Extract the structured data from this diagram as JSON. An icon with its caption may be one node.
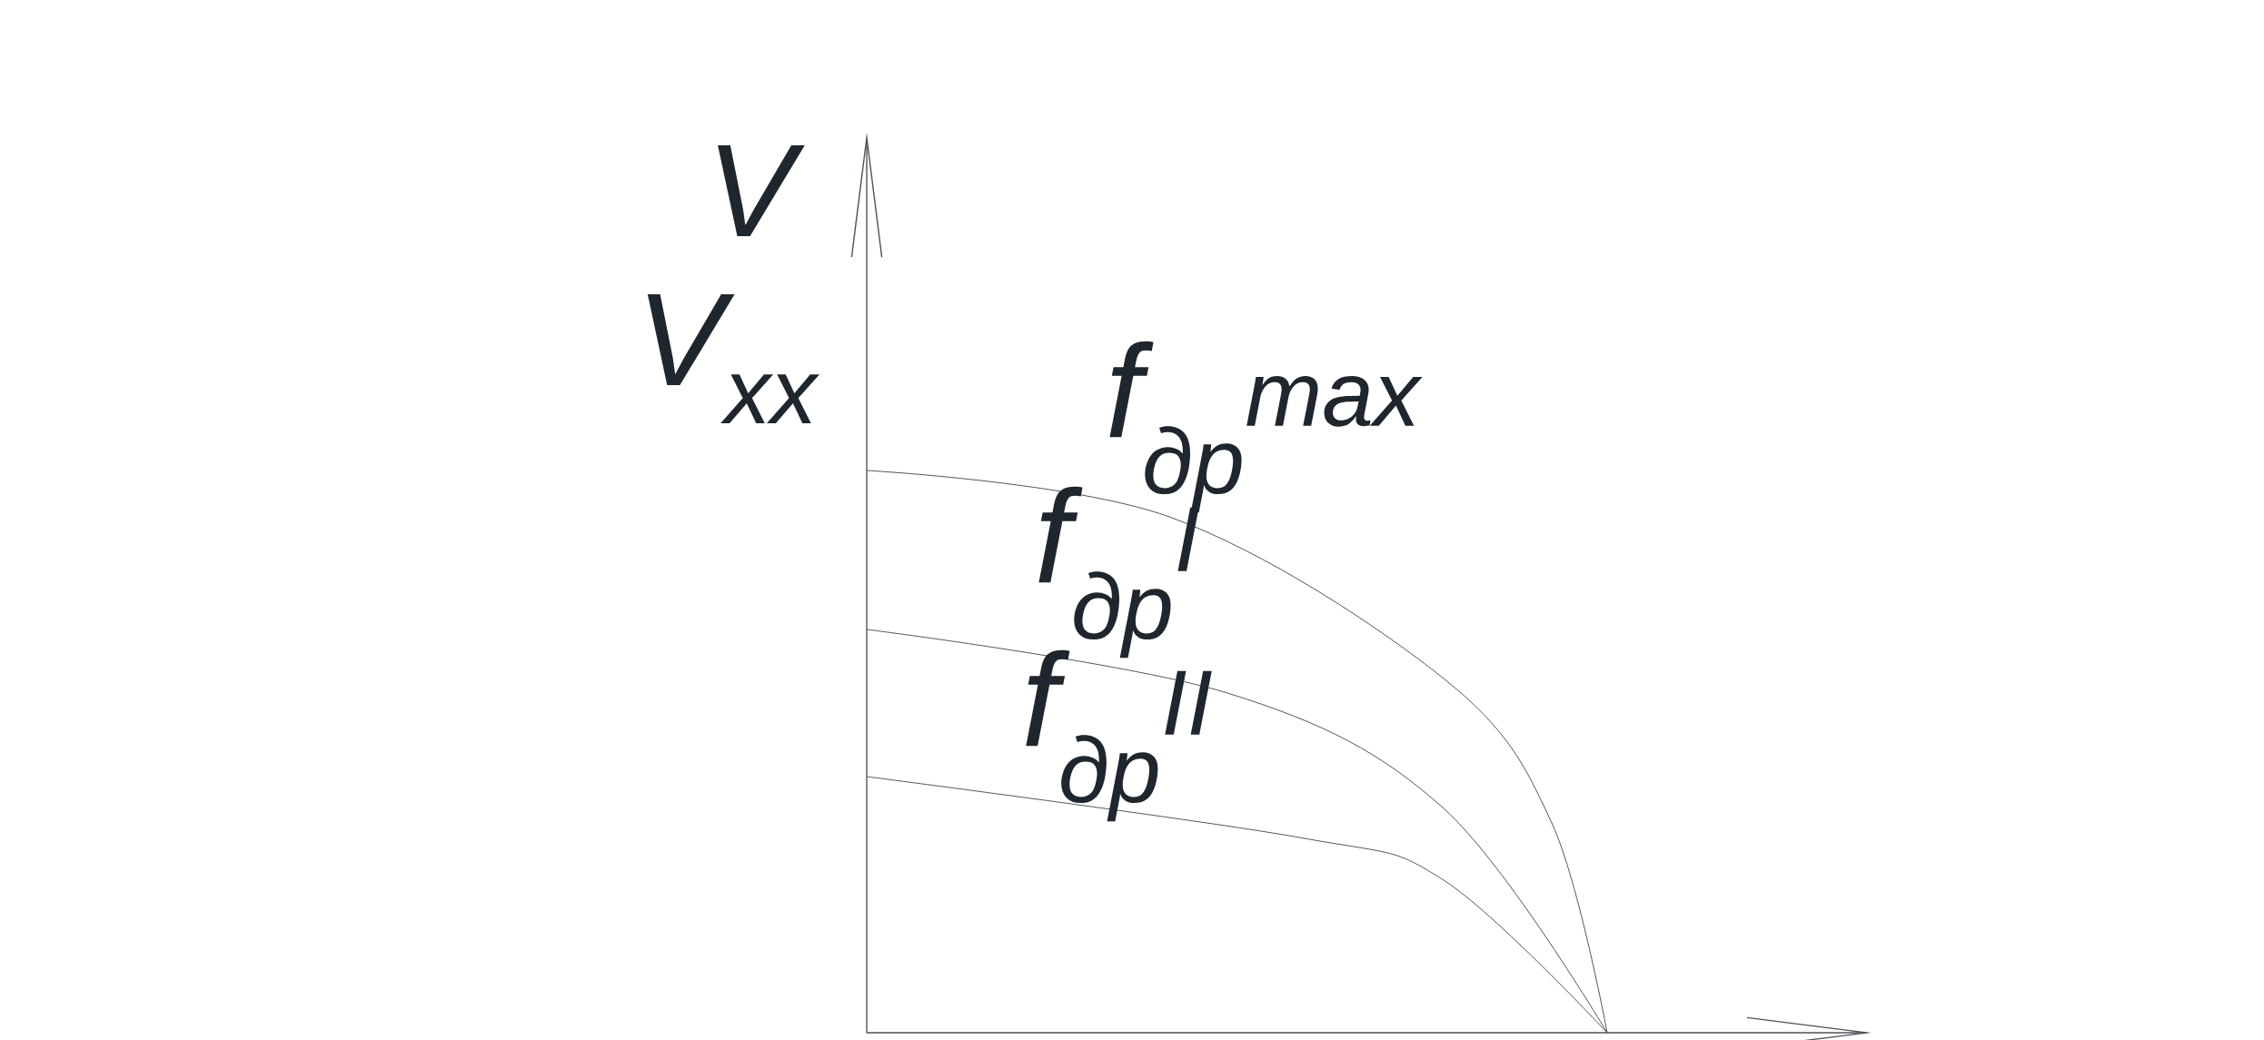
{
  "diagram": {
    "labels": [
      "V",
      "V$_{xx}$",
      "f$_{др}$$^{max}$",
      "f$_{др}$$^{I}$",
      "f$_{др}$$^{II}$"
    ]
  }
}
